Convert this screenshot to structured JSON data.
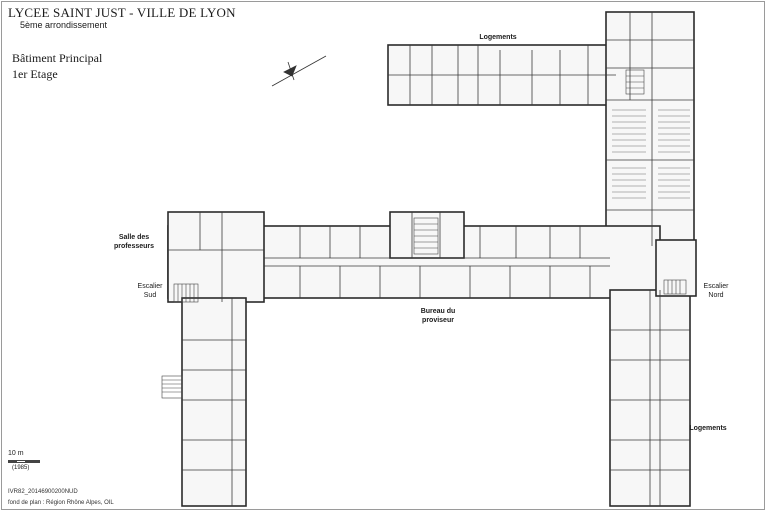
{
  "header": {
    "title": "LYCEE SAINT JUST - VILLE DE LYON",
    "subtitle": "5ème arrondissement",
    "building": "Bâtiment Principal",
    "floor": "1er Etage"
  },
  "labels": {
    "logements_top": "Logements",
    "salle_line1": "Salle des",
    "salle_line2": "professeurs",
    "escalier_sud_line1": "Escalier",
    "escalier_sud_line2": "Sud",
    "bureau_line1": "Bureau du",
    "bureau_line2": "proviseur",
    "escalier_nord_line1": "Escalier",
    "escalier_nord_line2": "Nord",
    "logements_bottom": "Logements"
  },
  "footer": {
    "scale_label": "10 m",
    "year": "(1985)",
    "reference": "IVR82_20146900200NUD",
    "credit": "fond de plan : Région Rhône Alpes, OIL"
  },
  "colors": {
    "wall": "#2b2b2b",
    "fill": "#f7f7f7",
    "hatch": "#6a6a6a"
  }
}
